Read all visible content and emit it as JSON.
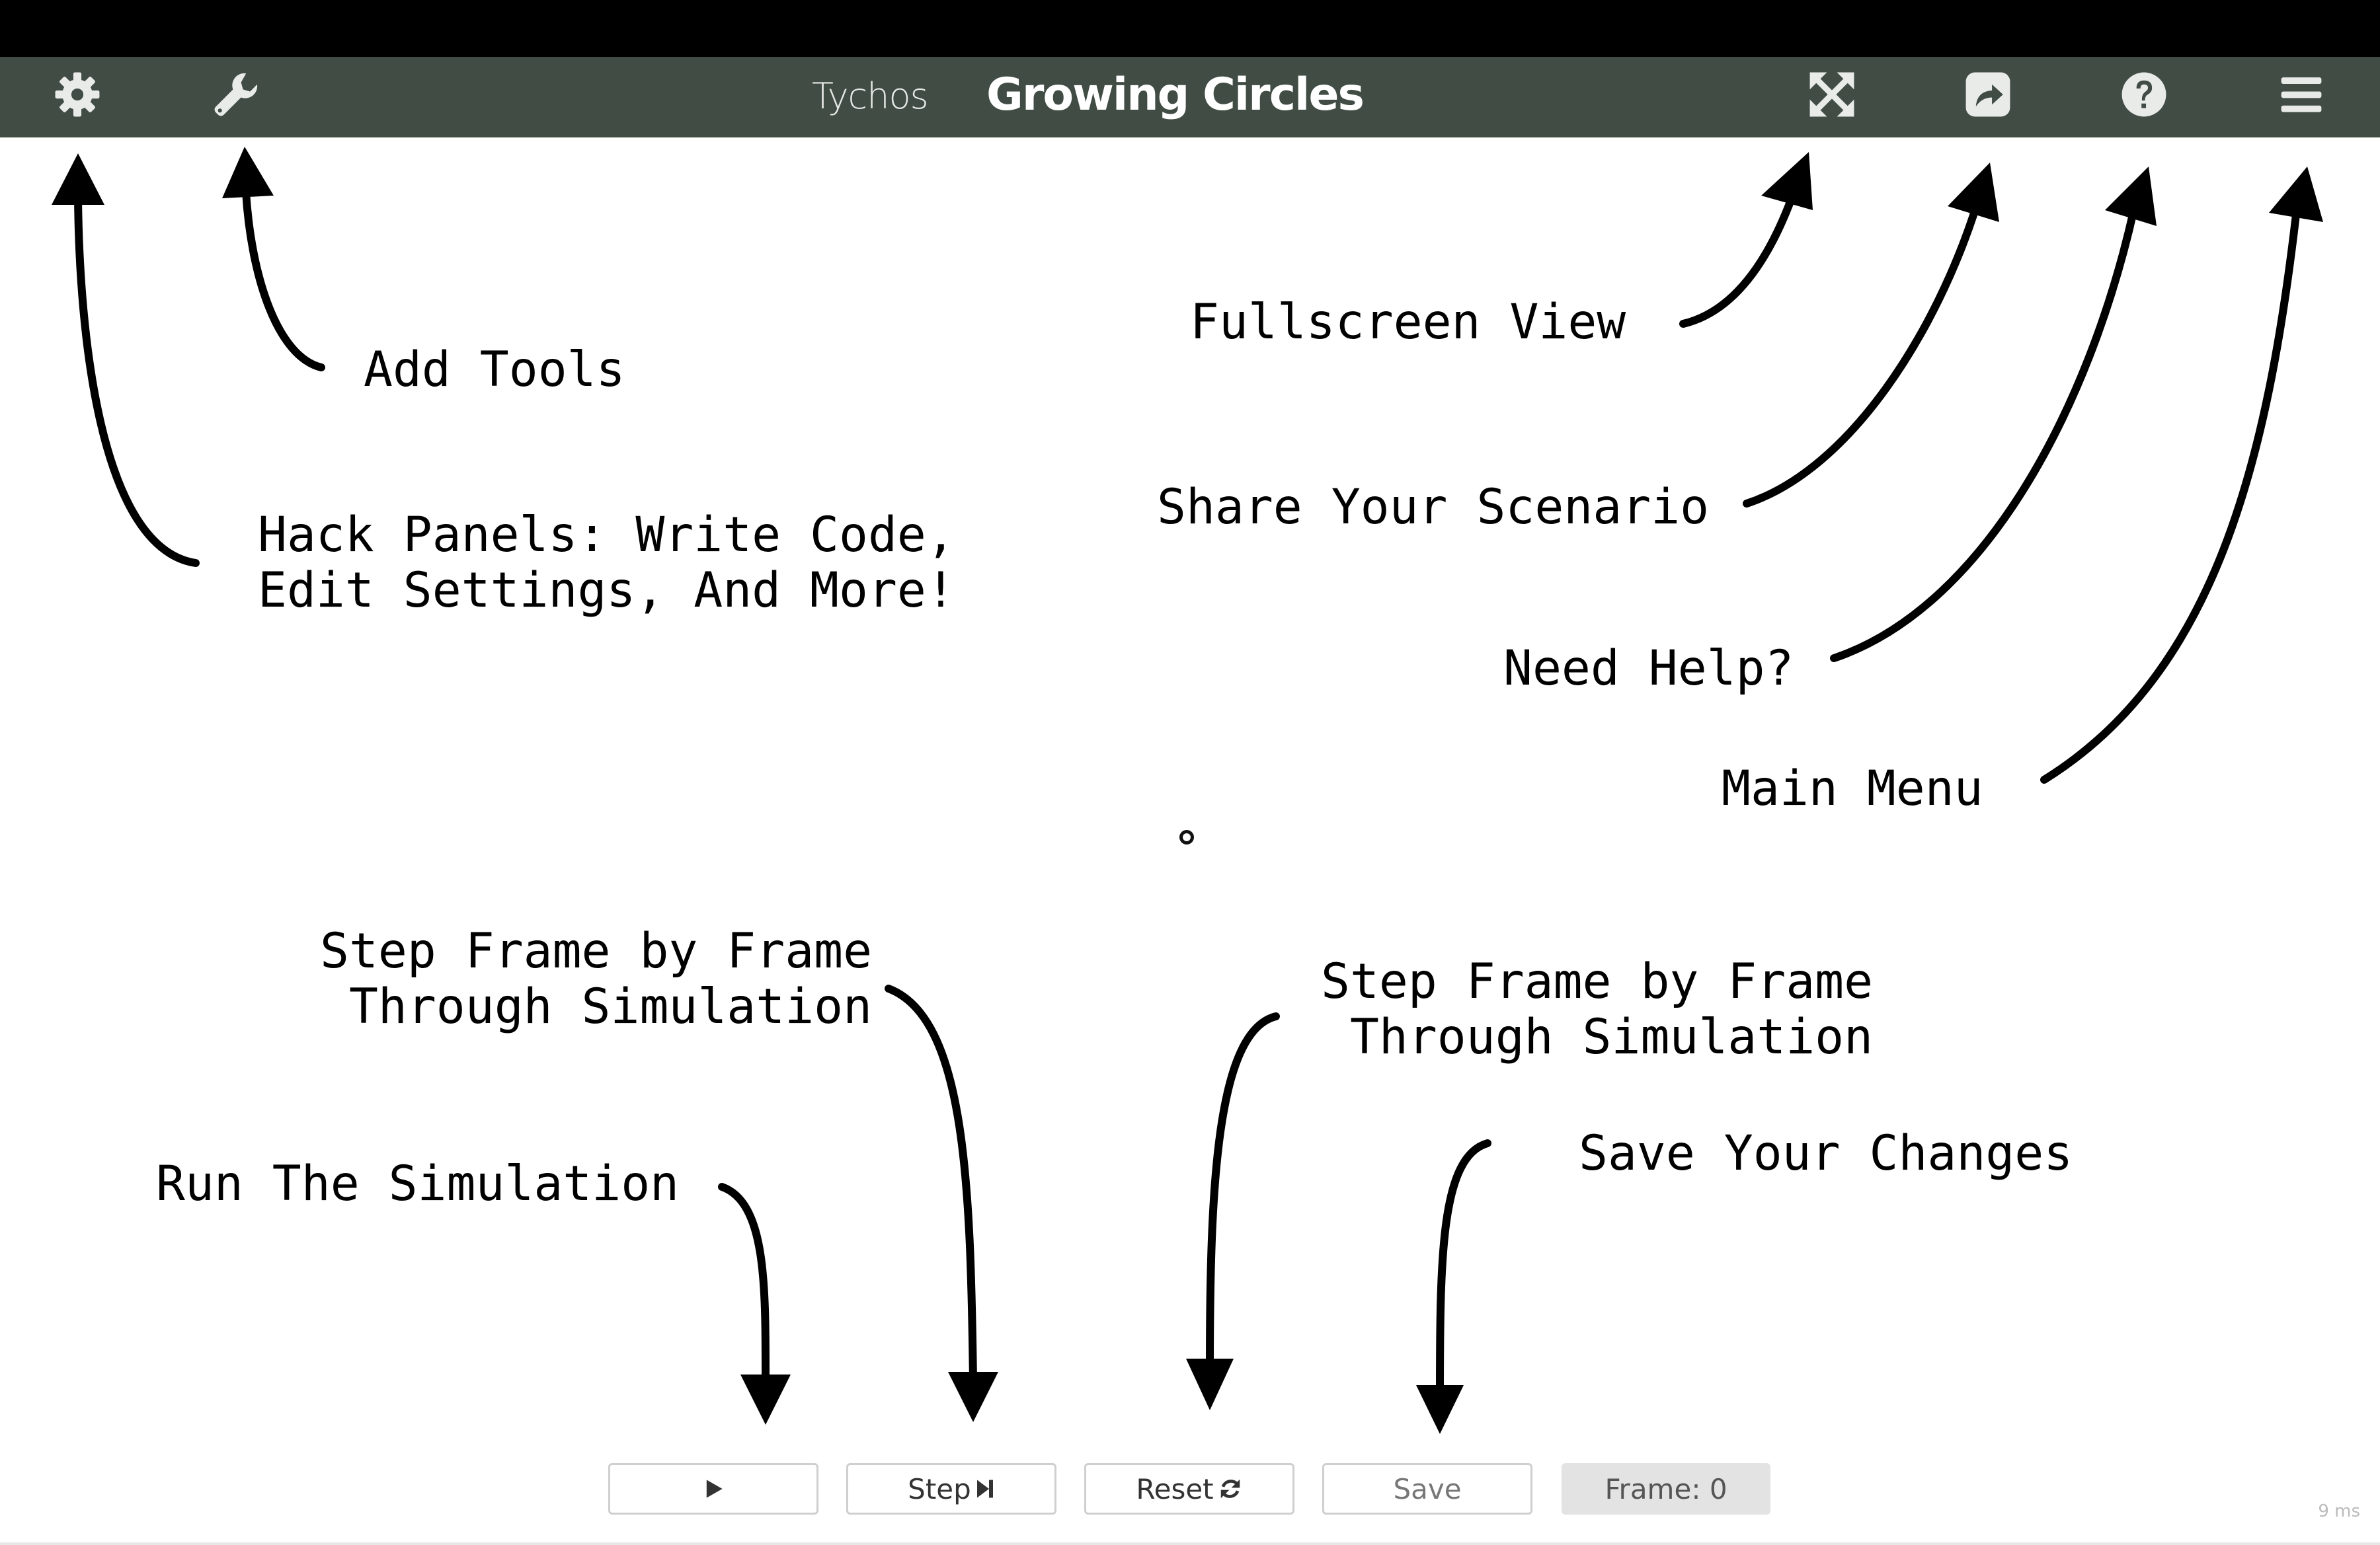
{
  "header": {
    "brand": "Tychos",
    "title": "Growing Circles",
    "bar_color": "#414c44",
    "icons": [
      "gear-icon",
      "wrench-icon",
      "expand-icon",
      "share-icon",
      "help-icon",
      "menu-icon"
    ]
  },
  "annotations": {
    "add_tools": "Add Tools",
    "hack_panels": "Hack Panels: Write Code,\nEdit Settings, And More!",
    "fullscreen": "Fullscreen View",
    "share": "Share Your Scenario",
    "help": "Need Help?",
    "main_menu": "Main Menu",
    "step_left": "Step Frame by Frame\n Through Simulation",
    "step_right": "Step Frame by Frame\n Through Simulation",
    "run": "Run The Simulation",
    "save": "Save Your Changes"
  },
  "controls": {
    "play_icon": "play-icon",
    "step_label": "Step",
    "step_icon": "step-forward-icon",
    "reset_label": "Reset",
    "reset_icon": "refresh-icon",
    "save_label": "Save",
    "frame_label": "Frame: 0"
  },
  "status": {
    "timing": "9 ms"
  }
}
